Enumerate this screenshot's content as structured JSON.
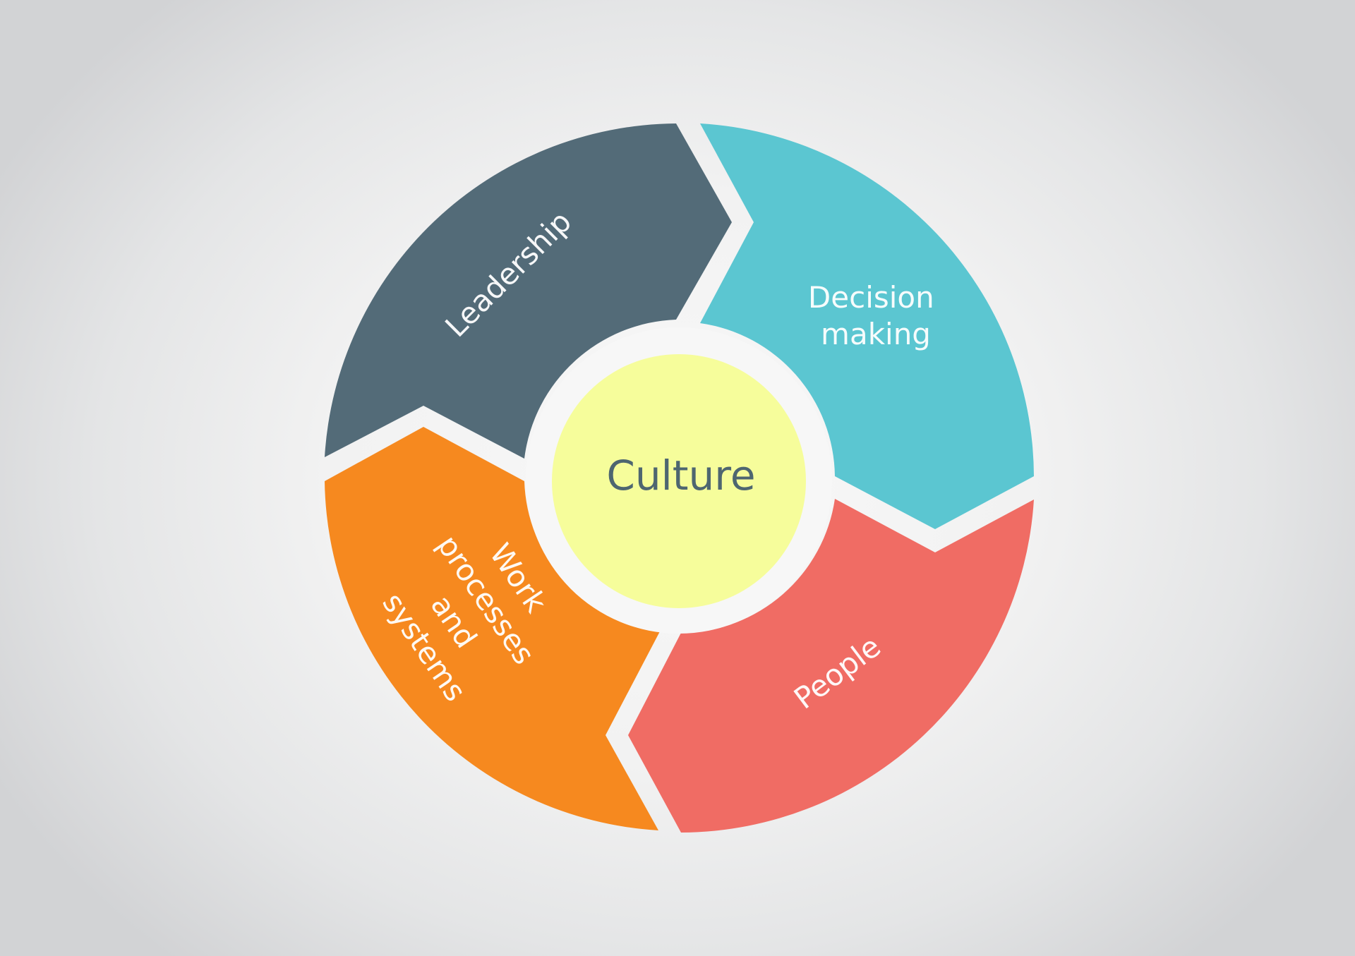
{
  "diagram": {
    "type": "cycle-wheel",
    "center": {
      "label": "Culture",
      "fill": "#f6fd9b",
      "ring_color": "#f7f7f7",
      "text_color": "#4e6670"
    },
    "segments": [
      {
        "id": "leadership",
        "lines": [
          "Leadership"
        ],
        "color": "#536b78"
      },
      {
        "id": "decision-making",
        "lines": [
          "Decision",
          "making"
        ],
        "color": "#5bc6d1"
      },
      {
        "id": "people",
        "lines": [
          "People"
        ],
        "color": "#f06c64"
      },
      {
        "id": "work-processes",
        "lines": [
          "Work",
          "processes",
          "and",
          "systems"
        ],
        "color": "#f6891f"
      }
    ],
    "background": {
      "inner": "#f8f8f8",
      "outer": "#d2d3d5"
    },
    "gap_color": "#f3f3f3"
  }
}
